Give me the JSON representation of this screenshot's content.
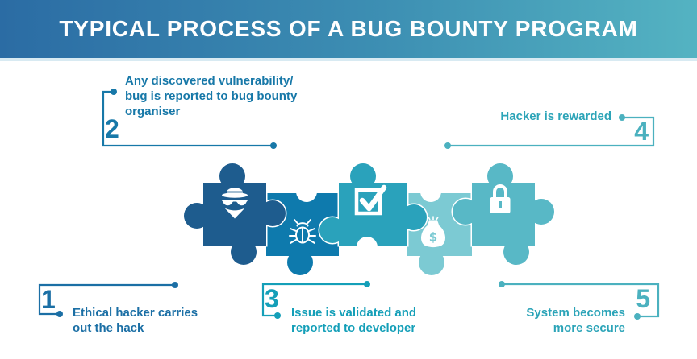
{
  "header": {
    "title": "TYPICAL PROCESS OF A BUG BOUNTY PROGRAM",
    "gradient_left": "#2B6CA4",
    "gradient_right": "#54B3C2"
  },
  "steps": [
    {
      "number": "1",
      "text": "Ethical hacker carries\nout the hack",
      "text_color": "#1B6FA5",
      "line_color": "#1B6FA5"
    },
    {
      "number": "2",
      "text": "Any discovered vulnerability/\nbug is reported to bug bounty\norganiser",
      "text_color": "#1778A8",
      "line_color": "#1778A8"
    },
    {
      "number": "3",
      "text": "Issue is validated and\nreported to developer",
      "text_color": "#149FB8",
      "line_color": "#149FB8"
    },
    {
      "number": "4",
      "text": "Hacker is rewarded",
      "text_color": "#2CA4B8",
      "line_color": "#4BB1BF"
    },
    {
      "number": "5",
      "text": "System becomes\nmore secure",
      "text_color": "#2CA4B8",
      "line_color": "#4BB1BF"
    }
  ],
  "puzzle": {
    "pieces": [
      {
        "icon": "hacker-spy",
        "color": "#1E5C8E"
      },
      {
        "icon": "bug",
        "color": "#0E7AAD"
      },
      {
        "icon": "checkbox",
        "color": "#2AA2BB"
      },
      {
        "icon": "money-bag",
        "color": "#7CCAD3",
        "currency_symbol": "$"
      },
      {
        "icon": "padlock",
        "color": "#58B8C6"
      }
    ],
    "outline_color": "#FFFFFF"
  }
}
